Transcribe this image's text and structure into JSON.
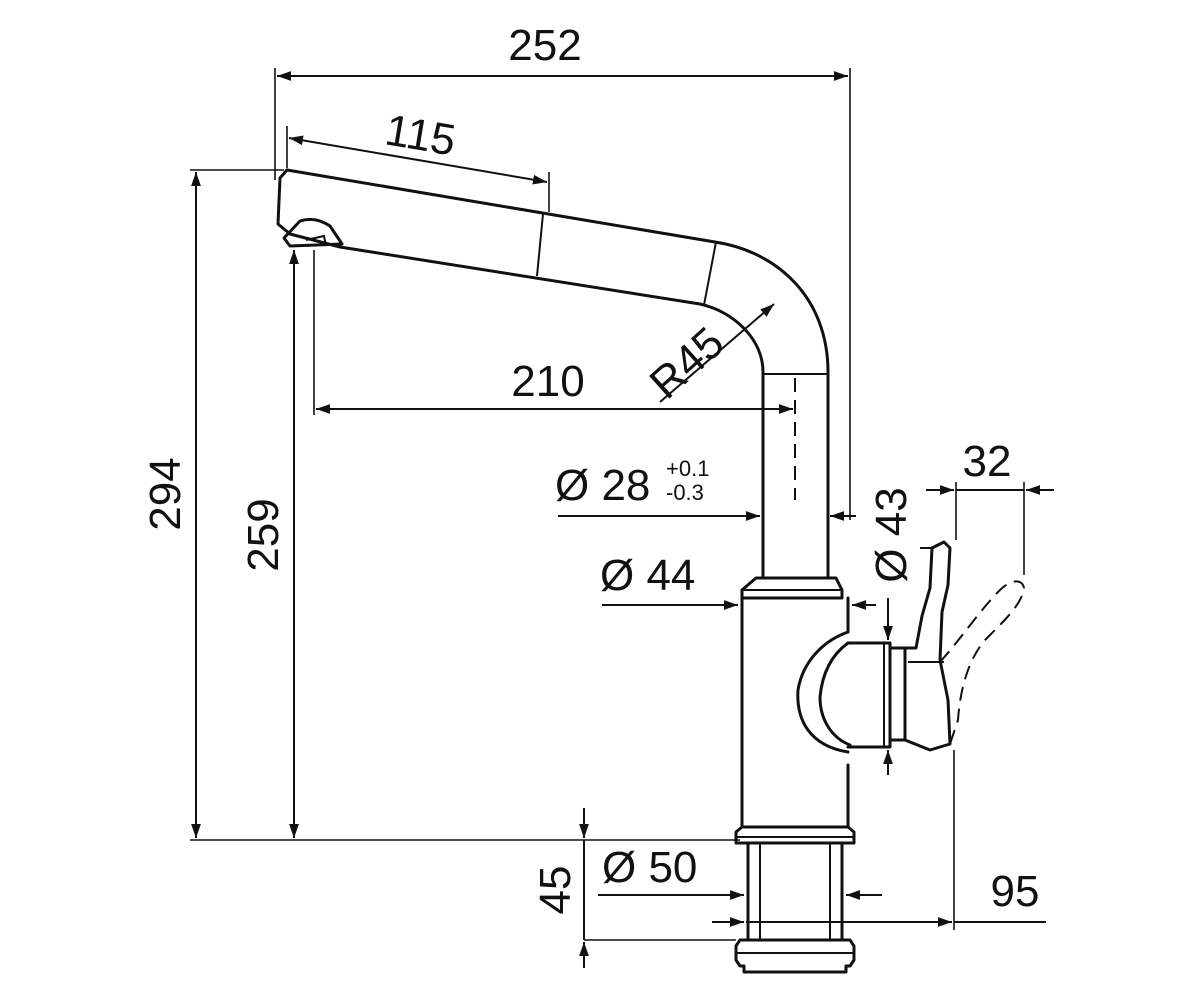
{
  "dimensions": {
    "overall_width": "252",
    "spout_length": "115",
    "overall_height": "294",
    "outlet_height": "259",
    "reach": "210",
    "bend_radius": "R45",
    "tube_diameter": "Ø 28",
    "tube_tolerance_plus": "+0.1",
    "tube_tolerance_minus": "-0.3",
    "body_diameter": "Ø 44",
    "handle_diameter": "Ø 43",
    "handle_width": "32",
    "base_diameter": "Ø 50",
    "base_height": "45",
    "lever_depth": "95"
  }
}
